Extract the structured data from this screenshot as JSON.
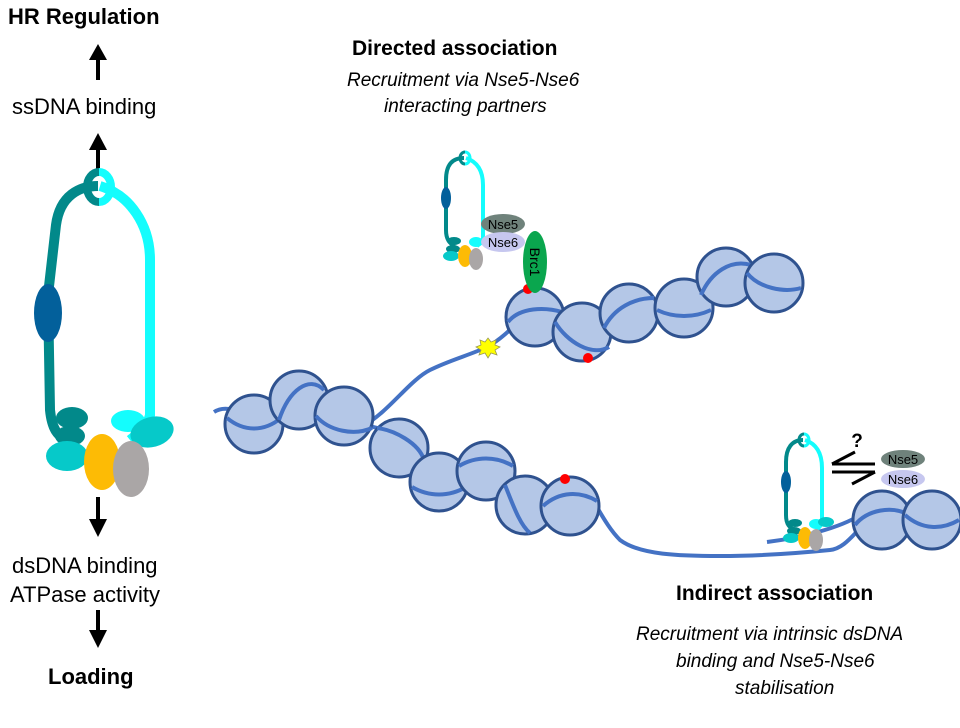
{
  "left_panel": {
    "top_label": "HR Regulation",
    "upper_function": "ssDNA binding",
    "lower_function_1": "dsDNA binding",
    "lower_function_2": "ATPase activity",
    "bottom_label": "Loading"
  },
  "directed": {
    "title": "Directed association",
    "subtitle_line1": "Recruitment via Nse5-Nse6",
    "subtitle_line2": "interacting partners",
    "nse5_label": "Nse5",
    "nse6_label": "Nse6",
    "brc1_label": "Brc1"
  },
  "indirect": {
    "title": "Indirect association",
    "subtitle_line1": "Recruitment via intrinsic dsDNA",
    "subtitle_line2": "binding and Nse5-Nse6",
    "subtitle_line3": "stabilisation",
    "question_mark": "?",
    "nse5_label": "Nse5",
    "nse6_label": "Nse6"
  },
  "colors": {
    "smc_dark_teal": "#02898a",
    "smc_cyan": "#14fdfd",
    "hinge_knob_blue": "#03609b",
    "head_teal": "#06c9c9",
    "kleisin_yellow": "#fdbb05",
    "grey_subunit": "#aaa6a6",
    "nse5": "#6f827b",
    "nse6": "#c6c7ef",
    "brc1": "#0aa64e",
    "dna": "#4472c4",
    "nucleosome_fill": "#b4c7e7",
    "nucleosome_stroke": "#2f528f",
    "mark_red": "#ff0000",
    "damage_yellow": "#ffff00"
  }
}
